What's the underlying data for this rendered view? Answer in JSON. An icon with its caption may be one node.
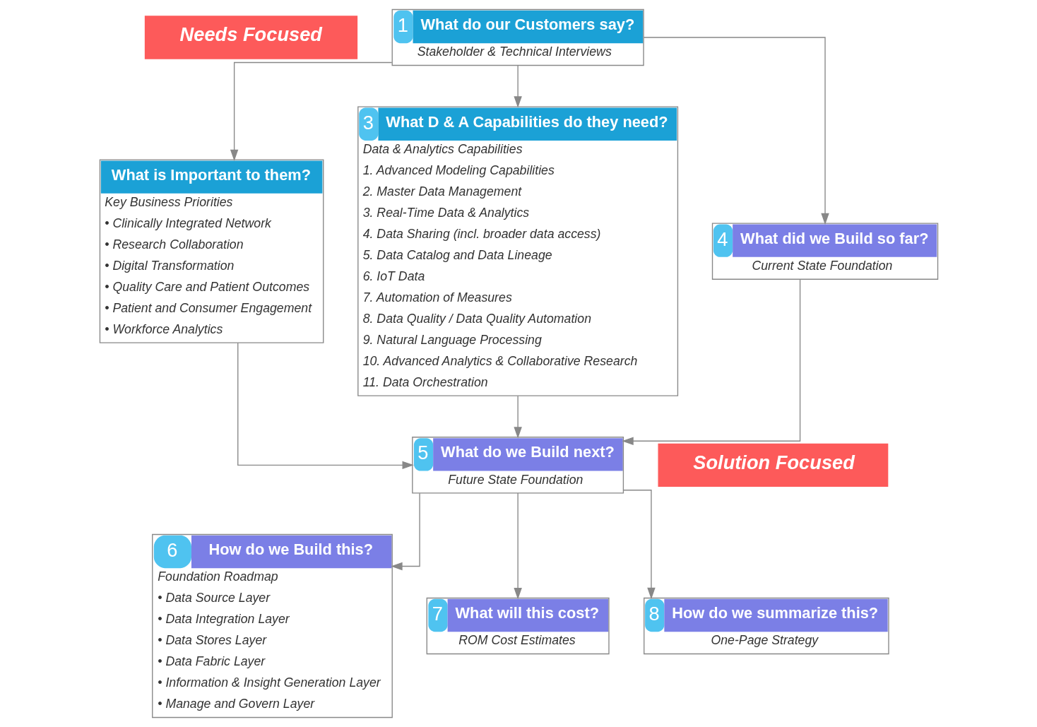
{
  "diagram": {
    "nodes": [
      {
        "text": [
          "Needs Focused"
        ]
      },
      {
        "text": [
          "1",
          "What do our Customers say?",
          "Stakeholder & Technical Interviews"
        ]
      },
      {
        "text": [
          "What is Important to them?",
          "Key Business Priorities",
          "• Clinically Integrated Network",
          "• Research Collaboration",
          "• Digital Transformation",
          "• Quality Care and Patient Outcomes",
          "• Patient and Consumer Engagement",
          "• Workforce Analytics"
        ]
      },
      {
        "text": [
          "3",
          "What D & A Capabilities do they need?",
          "Data & Analytics Capabilities",
          "1. Advanced Modeling Capabilities",
          "2. Master Data Management",
          "3. Real-Time Data & Analytics",
          "4. Data Sharing (incl. broader data access)",
          "5. Data Catalog and Data Lineage",
          "6. IoT Data",
          "7. Automation of Measures",
          "8. Data Quality / Data Quality Automation",
          "9. Natural Language Processing",
          "10. Advanced Analytics & Collaborative Research",
          "11. Data Orchestration"
        ]
      },
      {
        "text": [
          "4",
          "What did we Build so far?",
          "Current State Foundation"
        ]
      },
      {
        "text": [
          "Solution Focused"
        ]
      },
      {
        "text": [
          "5",
          "What do we Build next?",
          "Future State Foundation"
        ]
      },
      {
        "text": [
          "6",
          "How do we Build this?",
          "Foundation Roadmap",
          "• Data Source Layer",
          "• Data Integration Layer",
          "• Data Stores Layer",
          "• Data Fabric Layer",
          "• Information & Insight Generation Layer",
          "• Manage and Govern Layer"
        ]
      },
      {
        "text": [
          "7",
          "What will this cost?",
          "ROM Cost Estimates"
        ]
      },
      {
        "text": [
          "8",
          "How do we summarize this?",
          "One-Page Strategy"
        ]
      }
    ],
    "edges": [
      {
        "from": 1,
        "to": 2,
        "arrow": "to"
      },
      {
        "from": 1,
        "to": 3,
        "arrow": "to"
      },
      {
        "from": 1,
        "to": 4,
        "arrow": "to"
      },
      {
        "from": 2,
        "to": 6,
        "arrow": "to"
      },
      {
        "from": 3,
        "to": 6,
        "arrow": "to"
      },
      {
        "from": 4,
        "to": 6,
        "arrow": "to"
      },
      {
        "from": 6,
        "to": 7,
        "arrow": "to"
      },
      {
        "from": 6,
        "to": 8,
        "arrow": "to"
      },
      {
        "from": 6,
        "to": 9,
        "arrow": "to"
      }
    ]
  }
}
